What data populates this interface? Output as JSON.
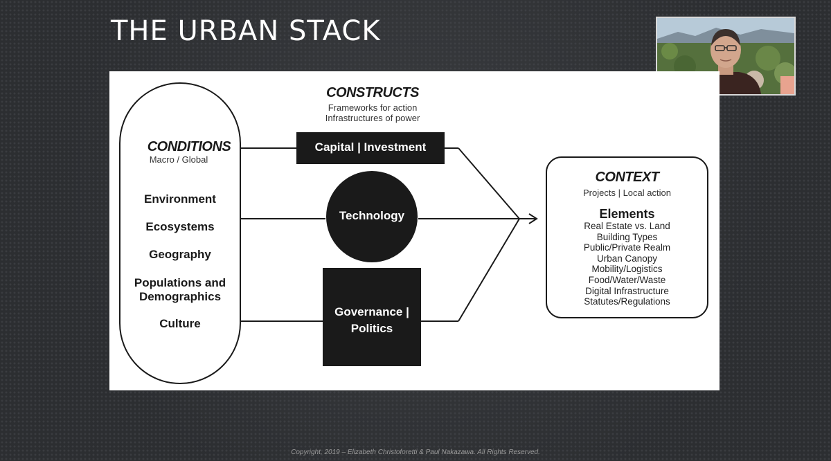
{
  "slide": {
    "title": "THE URBAN STACK",
    "copyright": "Copyright, 2019 – Elizabeth Christoforetti & Paul Nakazawa. All Rights Reserved."
  },
  "diagram": {
    "conditions": {
      "heading": "CONDITIONS",
      "subheading": "Macro / Global",
      "items": [
        "Environment",
        "Ecosystems",
        "Geography",
        "Populations and",
        "Demographics",
        "Culture"
      ]
    },
    "constructs": {
      "heading": "CONSTRUCTS",
      "sub_lines": [
        "Frameworks for action",
        "Infrastructures of power"
      ],
      "capital": "Capital | Investment",
      "technology": "Technology",
      "governance_lines": [
        "Governance |",
        "Politics"
      ]
    },
    "context": {
      "heading": "CONTEXT",
      "subheading": "Projects | Local action",
      "elements_heading": "Elements",
      "elements": [
        "Real Estate vs. Land",
        "Building Types",
        "Public/Private Realm",
        "Urban Canopy",
        "Mobility/Logistics",
        "Food/Water/Waste",
        "Digital Infrastructure",
        "Statutes/Regulations"
      ]
    }
  },
  "video": {
    "icon": "participant-video-icon"
  }
}
